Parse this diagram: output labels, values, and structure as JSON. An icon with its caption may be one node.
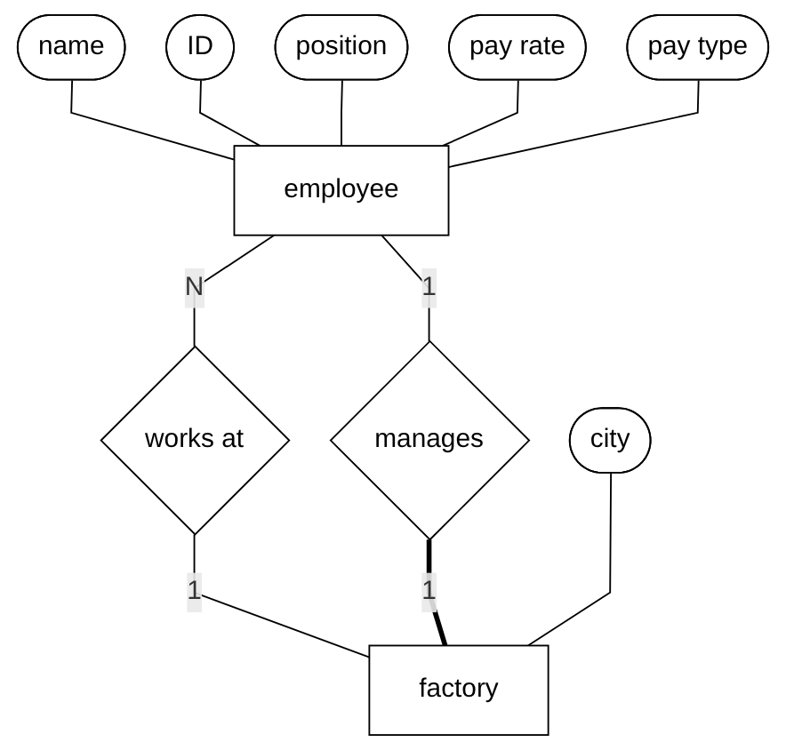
{
  "diagram": {
    "nodes": [
      {
        "text": [
          "ID"
        ]
      },
      {
        "text": [
          "name"
        ]
      },
      {
        "text": [
          "position"
        ]
      },
      {
        "text": [
          "employee"
        ]
      },
      {
        "text": [
          "pay rate"
        ]
      },
      {
        "text": [
          "pay type"
        ]
      },
      {
        "text": [
          "manages"
        ]
      },
      {
        "text": [
          "works at"
        ]
      },
      {
        "text": [
          "city"
        ]
      },
      {
        "text": [
          "factory"
        ]
      }
    ],
    "edges": [
      {
        "from": 1,
        "to": 3,
        "arrow": "none"
      },
      {
        "from": 0,
        "to": 3,
        "arrow": "none"
      },
      {
        "from": 2,
        "to": 3,
        "arrow": "none"
      },
      {
        "from": 4,
        "to": 3,
        "arrow": "none"
      },
      {
        "from": 5,
        "to": 3,
        "arrow": "none"
      },
      {
        "from": 3,
        "to": 7,
        "arrow": "none",
        "label": "N"
      },
      {
        "from": 7,
        "to": 9,
        "arrow": "none",
        "label": "1"
      },
      {
        "from": 3,
        "to": 6,
        "arrow": "none",
        "label": "1"
      },
      {
        "from": 6,
        "to": 9,
        "arrow": "none",
        "label": "1",
        "style": "thick"
      },
      {
        "from": 8,
        "to": 9,
        "arrow": "none"
      }
    ]
  }
}
